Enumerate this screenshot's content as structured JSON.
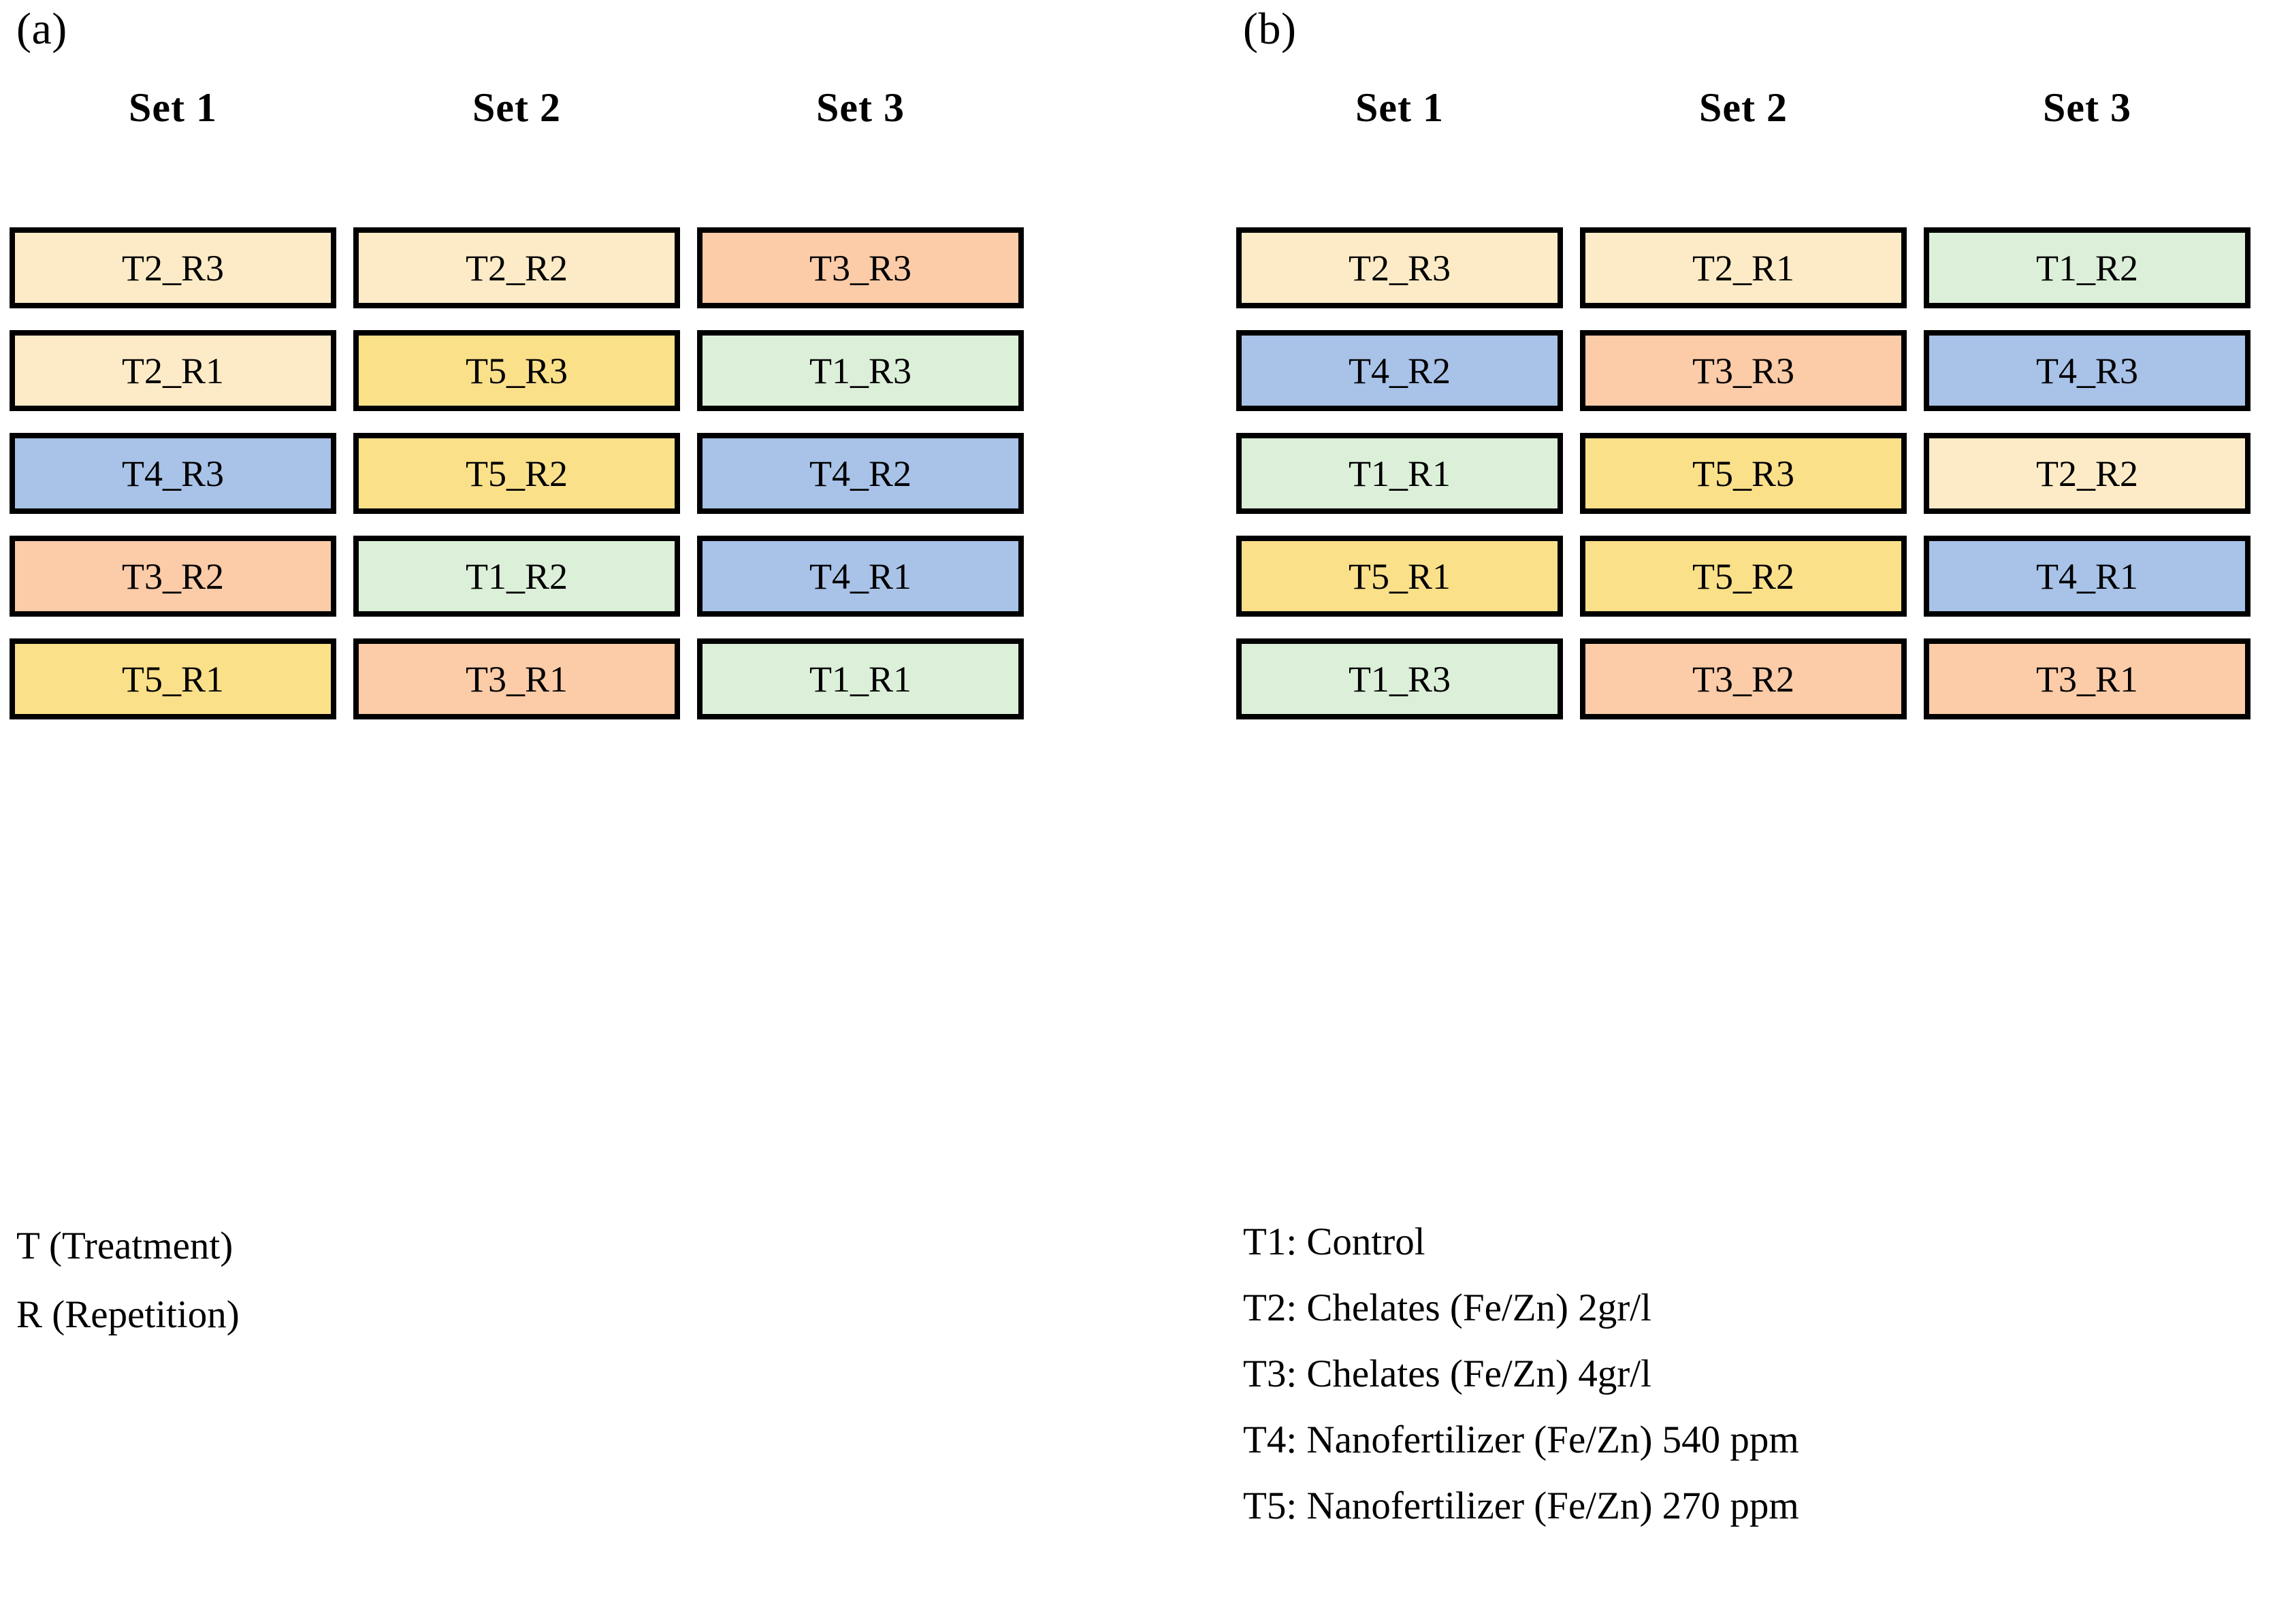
{
  "colors": {
    "T1": "#DCEFD9",
    "T2": "#FCEBC6",
    "T3": "#FCCBA8",
    "T4": "#A8C2E8",
    "T5": "#FBE08A",
    "border": "#000000",
    "background": "#FFFFFF"
  },
  "panels": [
    {
      "tag": "(a)",
      "headers": [
        "Set 1",
        "Set 2",
        "Set 3"
      ],
      "columns": [
        {
          "name": "Set 1",
          "cells": [
            {
              "label": "T2_R3",
              "treatment": "T2"
            },
            {
              "label": "T2_R1",
              "treatment": "T2"
            },
            {
              "label": "T4_R3",
              "treatment": "T4"
            },
            {
              "label": "T3_R2",
              "treatment": "T3"
            },
            {
              "label": "T5_R1",
              "treatment": "T5"
            }
          ]
        },
        {
          "name": "Set 2",
          "cells": [
            {
              "label": "T2_R2",
              "treatment": "T2"
            },
            {
              "label": "T5_R3",
              "treatment": "T5"
            },
            {
              "label": "T5_R2",
              "treatment": "T5"
            },
            {
              "label": "T1_R2",
              "treatment": "T1"
            },
            {
              "label": "T3_R1",
              "treatment": "T3"
            }
          ]
        },
        {
          "name": "Set 3",
          "cells": [
            {
              "label": "T3_R3",
              "treatment": "T3"
            },
            {
              "label": "T1_R3",
              "treatment": "T1"
            },
            {
              "label": "T4_R2",
              "treatment": "T4"
            },
            {
              "label": "T4_R1",
              "treatment": "T4"
            },
            {
              "label": "T1_R1",
              "treatment": "T1"
            }
          ]
        }
      ],
      "legend": [
        "T (Treatment)",
        "R (Repetition)"
      ]
    },
    {
      "tag": "(b)",
      "headers": [
        "Set 1",
        "Set 2",
        "Set 3"
      ],
      "columns": [
        {
          "name": "Set 1",
          "cells": [
            {
              "label": "T2_R3",
              "treatment": "T2"
            },
            {
              "label": "T4_R2",
              "treatment": "T4"
            },
            {
              "label": "T1_R1",
              "treatment": "T1"
            },
            {
              "label": "T5_R1",
              "treatment": "T5"
            },
            {
              "label": "T1_R3",
              "treatment": "T1"
            }
          ]
        },
        {
          "name": "Set 2",
          "cells": [
            {
              "label": "T2_R1",
              "treatment": "T2"
            },
            {
              "label": "T3_R3",
              "treatment": "T3"
            },
            {
              "label": "T5_R3",
              "treatment": "T5"
            },
            {
              "label": "T5_R2",
              "treatment": "T5"
            },
            {
              "label": "T3_R2",
              "treatment": "T3"
            }
          ]
        },
        {
          "name": "Set 3",
          "cells": [
            {
              "label": "T1_R2",
              "treatment": "T1"
            },
            {
              "label": "T4_R3",
              "treatment": "T4"
            },
            {
              "label": "T2_R2",
              "treatment": "T2"
            },
            {
              "label": "T4_R1",
              "treatment": "T4"
            },
            {
              "label": "T3_R1",
              "treatment": "T3"
            }
          ]
        }
      ],
      "legend": [
        "T1: Control",
        "T2: Chelates (Fe/Zn) 2gr/l",
        "T3: Chelates (Fe/Zn) 4gr/l",
        "T4: Nanofertilizer (Fe/Zn) 540 ppm",
        "T5: Nanofertilizer (Fe/Zn) 270 ppm"
      ]
    }
  ]
}
